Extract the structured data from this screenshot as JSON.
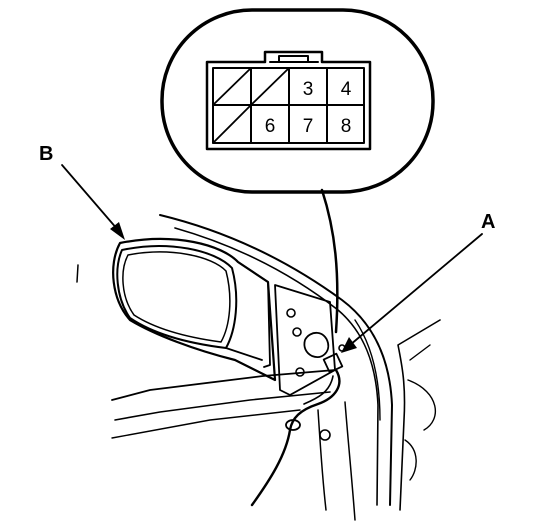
{
  "callouts": {
    "a": "A",
    "b": "B"
  },
  "connector": {
    "pins_row1": [
      "3",
      "4"
    ],
    "pins_row2": [
      "6",
      "7",
      "8"
    ],
    "blank_cells_hatched": 3
  }
}
